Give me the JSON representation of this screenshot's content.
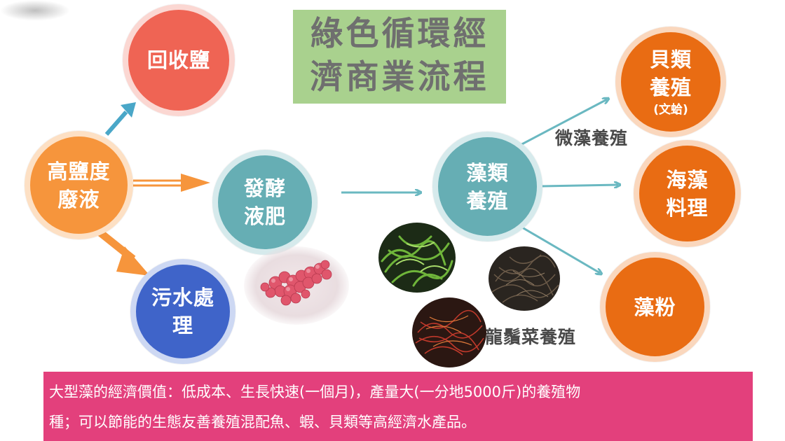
{
  "title": {
    "line1": "綠色循環經",
    "line2": "濟商業流程"
  },
  "nodes": {
    "salt_recovery": [
      "回收鹽"
    ],
    "high_salt_waste": [
      "高鹽度",
      "廢液"
    ],
    "sewage_treatment": [
      "污水處",
      "理"
    ],
    "fermentation_fertilizer": [
      "發酵",
      "液肥"
    ],
    "algae_culture": [
      "藻類",
      "養殖"
    ],
    "shellfish_culture": {
      "lines": [
        "貝類",
        "養殖"
      ],
      "sub": "(文蛤)"
    },
    "seaweed_cuisine": [
      "海藻",
      "料理"
    ],
    "algae_powder": [
      "藻粉"
    ]
  },
  "labels": {
    "microalgae": "微藻養殖",
    "dragon_beard": "龍鬚菜養殖"
  },
  "info": {
    "line1": "大型藻的經濟價值：低成本、生長快速(一個月)，產量大(一分地5000斤)的養殖物",
    "line2": "種；可以節能的生態友善養殖混配魚、蝦、貝類等高經濟水產品。"
  },
  "colors": {
    "title_bg": "#a9d18e",
    "salt": "#ef6454",
    "waste": "#f6953c",
    "sewage": "#3f64c9",
    "teal": "#66aeb4",
    "orange": "#e96c13",
    "info_bg": "#e3407c"
  },
  "icons": {
    "bacteria_photo": "bacteria-microscope-image",
    "green_algae_photo": "green-seaweed-image",
    "dark_algae_photo": "dark-seaweed-image",
    "red_algae_photo": "red-gracilaria-image"
  }
}
